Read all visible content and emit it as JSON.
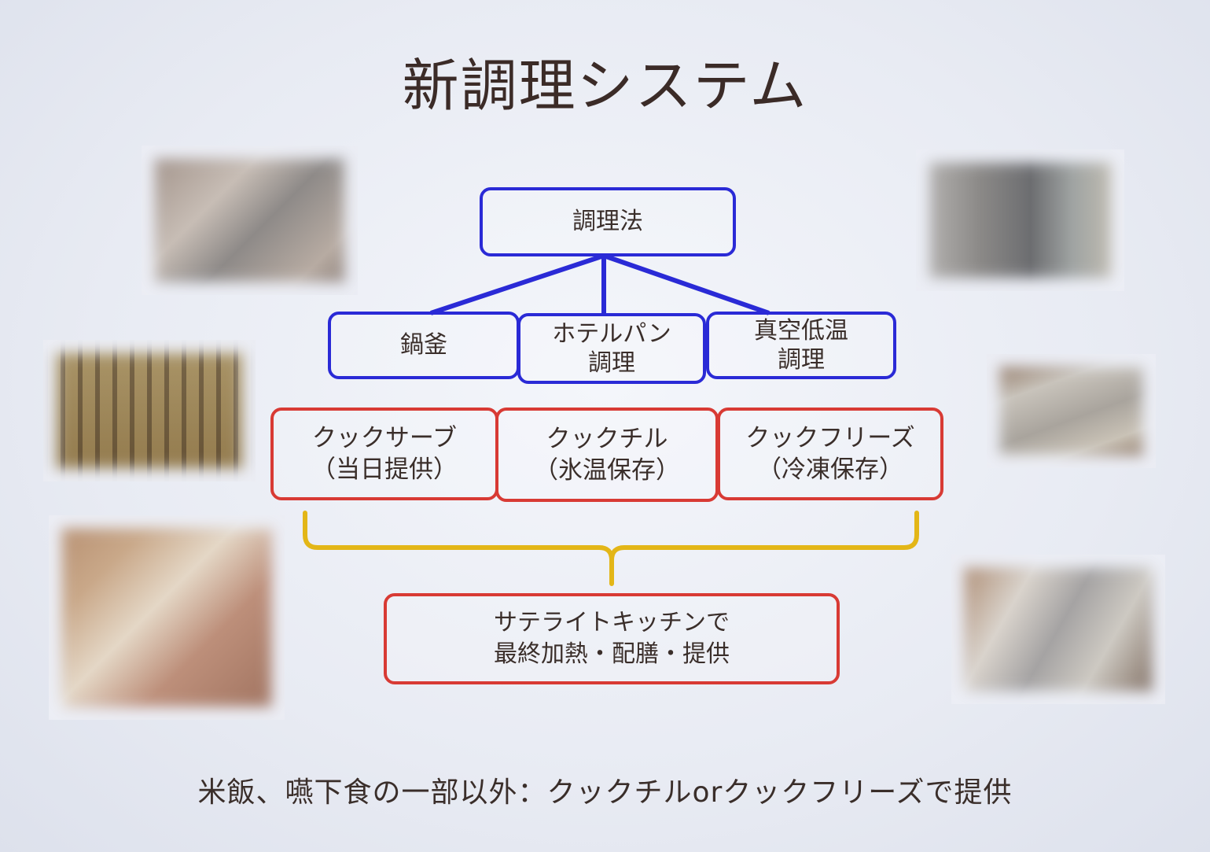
{
  "title": "新調理システム",
  "root": "調理法",
  "methods": [
    "鍋釜",
    "ホテルパン\n調理",
    "真空低温\n調理"
  ],
  "cook_systems": [
    "クックサーブ\n（当日提供）",
    "クックチル\n（氷温保存）",
    "クックフリーズ\n（冷凍保存）"
  ],
  "final": "サテライトキッチンで\n最終加熱・配膳・提供",
  "footer": "米飯、嚥下食の一部以外：クックチルorクックフリーズで提供",
  "colors": {
    "method_border": "#2a2ad6",
    "cook_border": "#d83a34",
    "brace": "#e3b617"
  }
}
